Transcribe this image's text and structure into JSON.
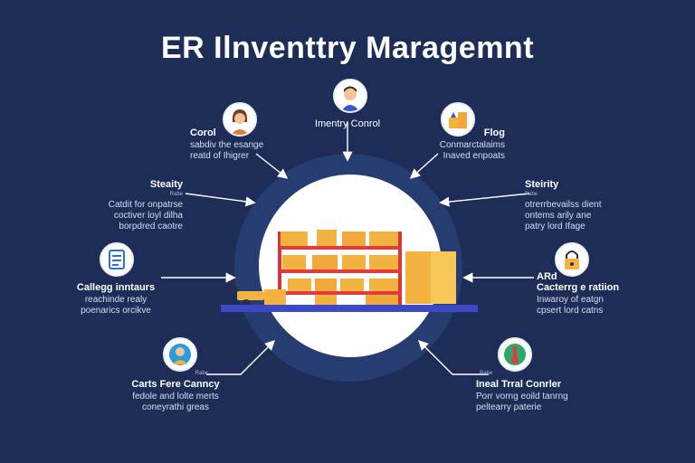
{
  "title": "ER Ilnventtry Maragemnt",
  "colors": {
    "background": "#1d2d57",
    "ring": "#263d72",
    "shelf_red": "#e23b3b",
    "box_orange": "#f2b340",
    "pallet_blue": "#3b48c7"
  },
  "nodes": [
    {
      "id": "top",
      "icon": "person-avatar-icon",
      "heading": "Imentry Conrol",
      "lines": []
    },
    {
      "id": "top-left",
      "icon": "woman-avatar-icon",
      "heading": "Corol",
      "lines": [
        "sabdiv the esange",
        "reatd of Ihigrer"
      ]
    },
    {
      "id": "top-right",
      "icon": "boxes-icon",
      "heading": "Flog",
      "lines": [
        "Conmarctalaims",
        "Inaved enpoats"
      ]
    },
    {
      "id": "mid-left",
      "icon": "",
      "heading": "Steaity",
      "tiny": "Rabe",
      "lines": [
        "Catdit for onpatrse",
        "coctiver loyl dilha",
        "borpdred caotre"
      ]
    },
    {
      "id": "mid-right",
      "icon": "",
      "heading": "Steirity",
      "tiny": "Pabe",
      "lines": [
        "otrerrbevailss dient",
        "ontems arily ane",
        "patry lord Ifage"
      ]
    },
    {
      "id": "left",
      "icon": "clipboard-icon",
      "heading": "Callegg inntaurs",
      "lines": [
        "reachinde realy",
        "poenarics orcikve"
      ]
    },
    {
      "id": "right",
      "icon": "lock-icon",
      "heading": "Cacterrg e ratiion",
      "prefix": "ARd",
      "lines": [
        "Inwaroy of eatgn",
        "cpsert lord catns"
      ]
    },
    {
      "id": "bottom-left",
      "icon": "team-icon",
      "heading": "Carts Fere Canncy",
      "tiny": "Rabe",
      "lines": [
        "fedole and lolte merts",
        "coneyrathi greas"
      ]
    },
    {
      "id": "bottom-right",
      "icon": "thermometer-icon",
      "heading": "Ineal Trral Conrler",
      "tiny": "Rabe",
      "lines": [
        "Porr vorng eoild tanrng",
        "peltearry paterie"
      ]
    }
  ]
}
